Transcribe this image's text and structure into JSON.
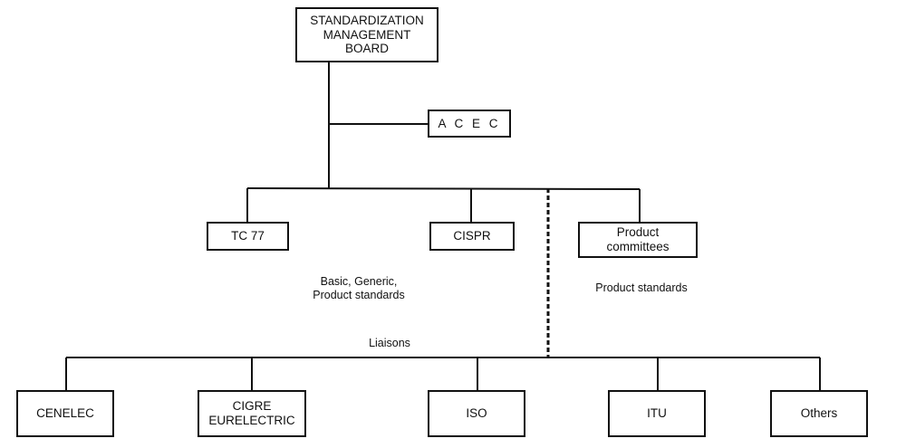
{
  "nodes": {
    "smb": "STANDARDIZATION\nMANAGEMENT\nBOARD",
    "acec": "A C E C",
    "tc77": "TC 77",
    "cispr": "CISPR",
    "product_committees": "Product\ncommittees",
    "cenelec": "CENELEC",
    "cigre": "CIGRE\nEURELECTRIC",
    "iso": "ISO",
    "itu": "ITU",
    "others": "Others"
  },
  "labels": {
    "basic_generic": "Basic, Generic,\nProduct standards",
    "product_standards": "Product standards",
    "liaisons": "Liaisons"
  }
}
